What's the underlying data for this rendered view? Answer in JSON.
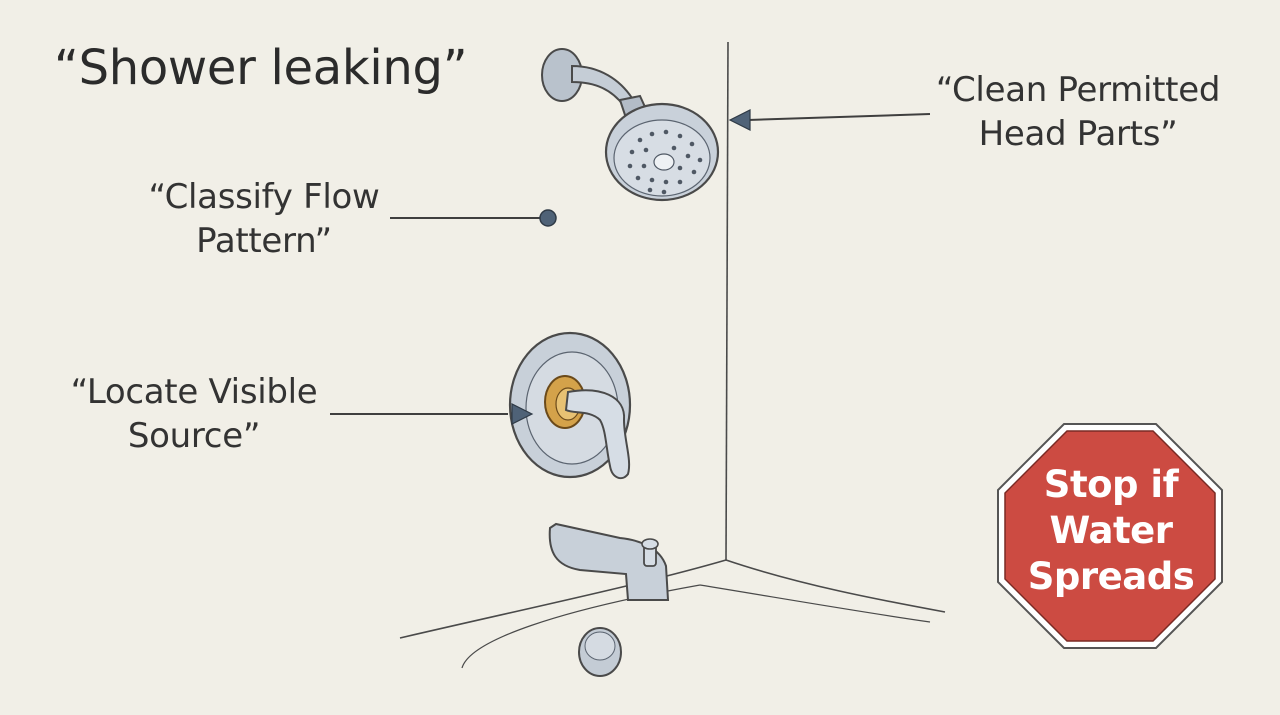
{
  "title": "“Shower leaking”",
  "labels": {
    "flow": [
      "“Classify Flow",
      "Pattern”"
    ],
    "head": [
      "“Clean Permitted",
      "Head Parts”"
    ],
    "source": [
      "“Locate Visible",
      "Source”"
    ]
  },
  "stop_sign": {
    "lines": [
      "Stop if",
      "Water",
      "Spreads"
    ],
    "color": "#cc4b42"
  },
  "icons": [
    "shower-head-icon",
    "valve-handle-icon",
    "tub-spout-icon",
    "drain-icon",
    "stop-sign-icon"
  ]
}
